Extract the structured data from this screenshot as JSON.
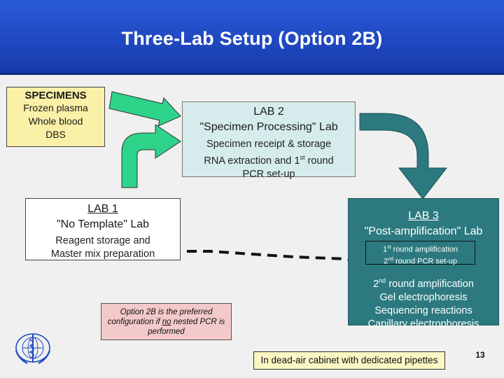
{
  "slide": {
    "title": "Three-Lab Setup (Option 2B)",
    "page_number": "13"
  },
  "specimens": {
    "heading": "SPECIMENS",
    "items": [
      "Frozen plasma",
      "Whole blood",
      "DBS"
    ]
  },
  "lab2": {
    "name": "LAB 2",
    "subtitle": "\"Specimen Processing\" Lab",
    "lines": [
      "Specimen receipt & storage",
      "RNA extraction and 1",
      "st",
      " round",
      "PCR set-up"
    ]
  },
  "lab1": {
    "name": "LAB 1",
    "subtitle": "\"No Template\" Lab",
    "lines": [
      "Reagent storage and",
      "Master mix preparation"
    ]
  },
  "lab3": {
    "name": "LAB 3",
    "subtitle": "\"Post-amplification\" Lab",
    "inner_box": [
      "1",
      "st",
      " round amplification",
      "2",
      "nd",
      " round PCR set-up"
    ],
    "lines": [
      "2",
      "nd",
      " round amplification",
      "Gel electrophoresis",
      "Sequencing reactions",
      "Capillary electrophoresis"
    ]
  },
  "note": {
    "before": "Option 2B is the preferred configuration if ",
    "emph": "no",
    "after": " nested PCR is performed"
  },
  "cabinet_label": "In dead-air cabinet with dedicated pipettes",
  "colors": {
    "header": "#1f49c2",
    "arrow_green": "#2ed38a",
    "arrow_teal": "#2c7a80",
    "specimen_fill": "#fbf0a8",
    "lab2_fill": "#d6ecec",
    "lab3_fill": "#2c7a80",
    "note_fill": "#f3c9c9"
  },
  "icons": [
    "who-emblem-icon"
  ]
}
